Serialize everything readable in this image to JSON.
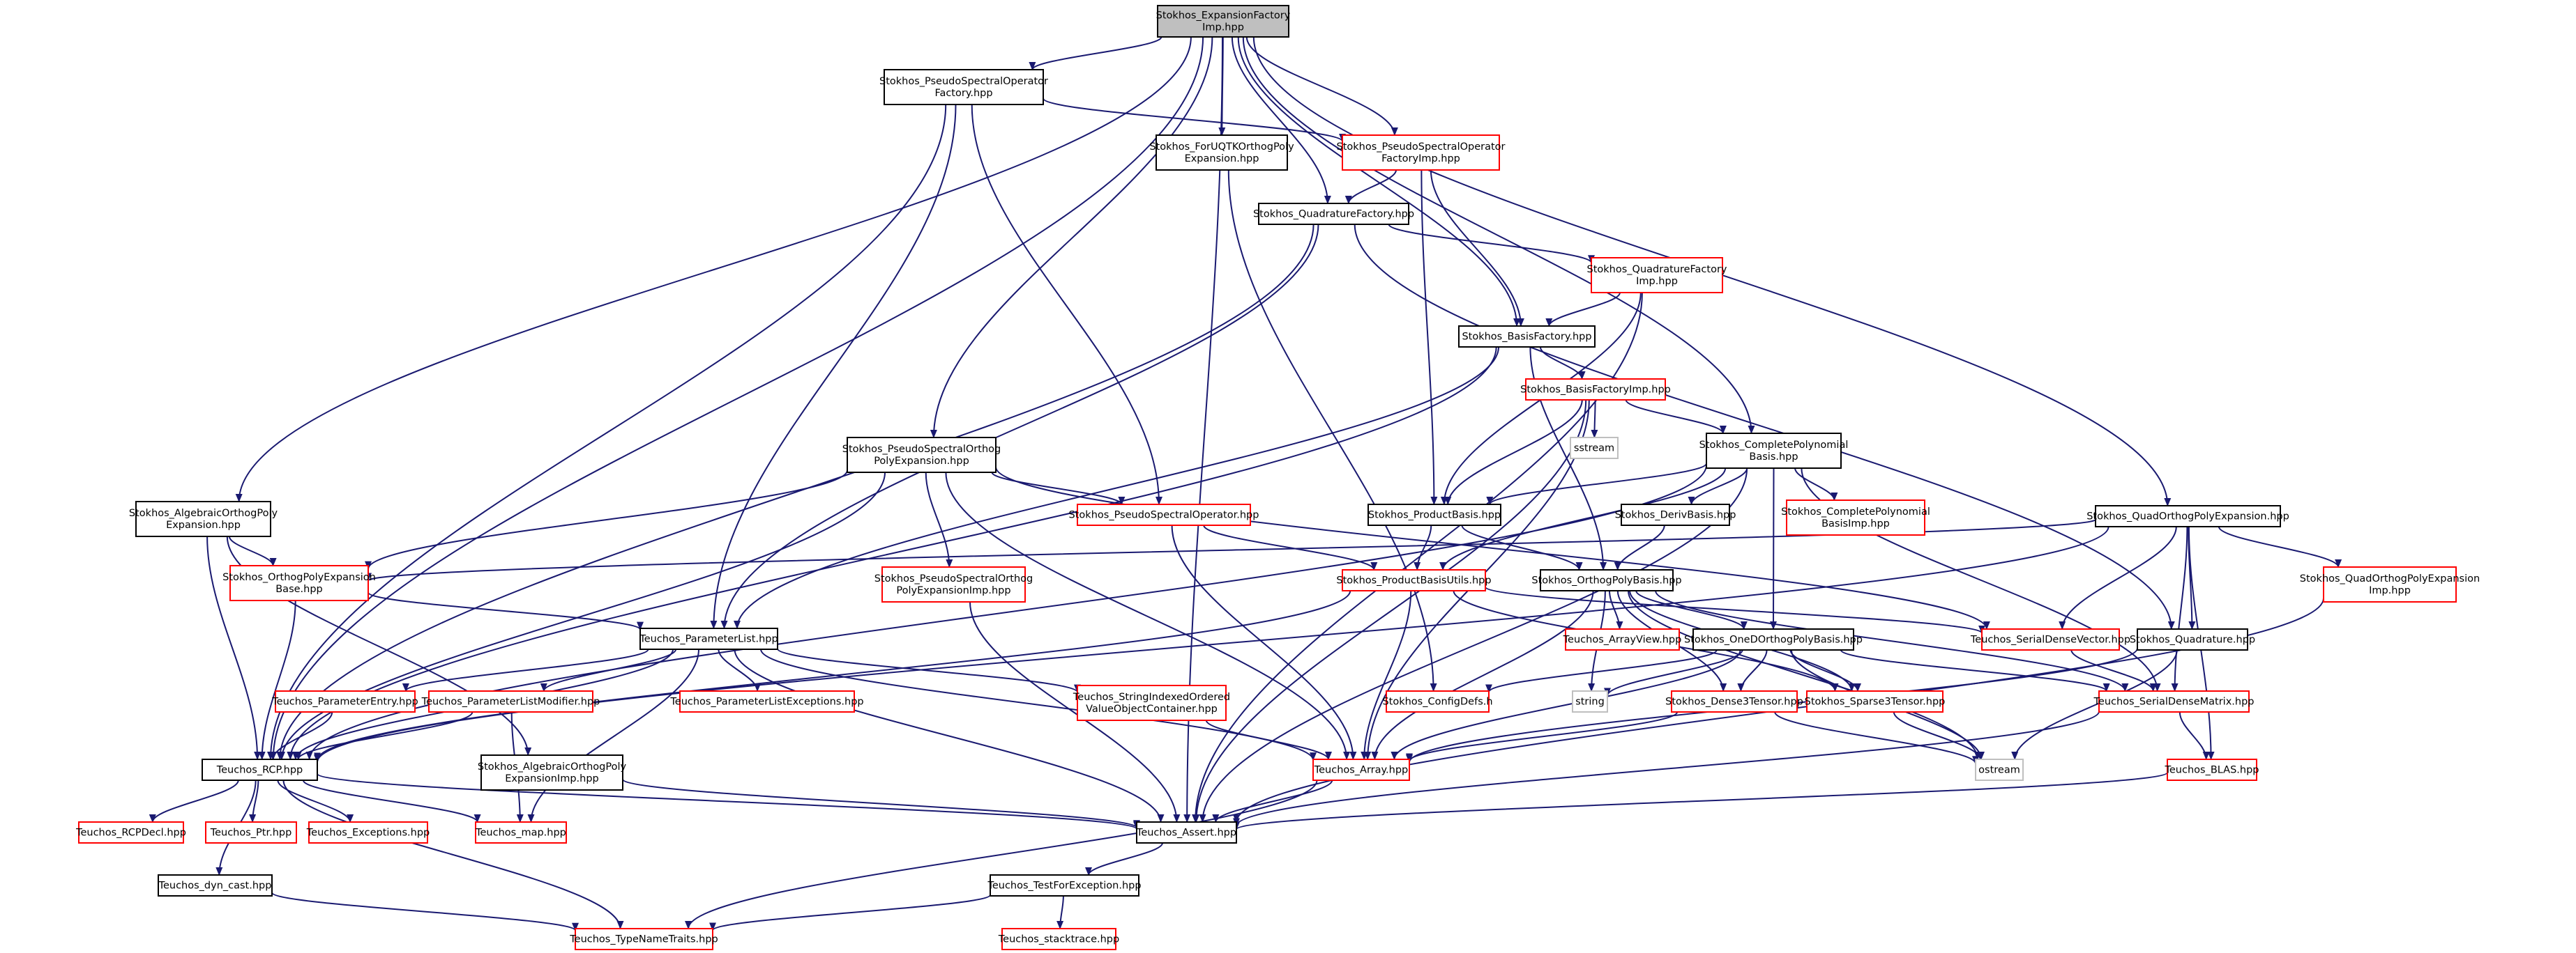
{
  "graph": {
    "nodes": [
      {
        "id": "root",
        "lines": [
          "Stokhos_ExpansionFactory",
          "Imp.hpp"
        ],
        "style": "root"
      },
      {
        "id": "psof",
        "lines": [
          "Stokhos_PseudoSpectralOperator",
          "Factory.hpp"
        ],
        "style": "black"
      },
      {
        "id": "foruq",
        "lines": [
          "Stokhos_ForUQTKOrthogPoly",
          "Expansion.hpp"
        ],
        "style": "black"
      },
      {
        "id": "psofi",
        "lines": [
          "Stokhos_PseudoSpectralOperator",
          "FactoryImp.hpp"
        ],
        "style": "red"
      },
      {
        "id": "qf",
        "lines": [
          "Stokhos_QuadratureFactory.hpp"
        ],
        "style": "black"
      },
      {
        "id": "qfi",
        "lines": [
          "Stokhos_QuadratureFactory",
          "Imp.hpp"
        ],
        "style": "red"
      },
      {
        "id": "bf",
        "lines": [
          "Stokhos_BasisFactory.hpp"
        ],
        "style": "black"
      },
      {
        "id": "bfi",
        "lines": [
          "Stokhos_BasisFactoryImp.hpp"
        ],
        "style": "red"
      },
      {
        "id": "sstream",
        "lines": [
          "sstream"
        ],
        "style": "grey"
      },
      {
        "id": "cpb",
        "lines": [
          "Stokhos_CompletePolynomial",
          "Basis.hpp"
        ],
        "style": "black"
      },
      {
        "id": "cpbi",
        "lines": [
          "Stokhos_CompletePolynomial",
          "BasisImp.hpp"
        ],
        "style": "red"
      },
      {
        "id": "pspe",
        "lines": [
          "Stokhos_PseudoSpectralOrthog",
          "PolyExpansion.hpp"
        ],
        "style": "black"
      },
      {
        "id": "algope",
        "lines": [
          "Stokhos_AlgebraicOrthogPoly",
          "Expansion.hpp"
        ],
        "style": "black"
      },
      {
        "id": "pso",
        "lines": [
          "Stokhos_PseudoSpectralOperator.hpp"
        ],
        "style": "red"
      },
      {
        "id": "pb",
        "lines": [
          "Stokhos_ProductBasis.hpp"
        ],
        "style": "black"
      },
      {
        "id": "db",
        "lines": [
          "Stokhos_DerivBasis.hpp"
        ],
        "style": "black"
      },
      {
        "id": "qope",
        "lines": [
          "Stokhos_QuadOrthogPolyExpansion.hpp"
        ],
        "style": "black"
      },
      {
        "id": "ope_base",
        "lines": [
          "Stokhos_OrthogPolyExpansion",
          "Base.hpp"
        ],
        "style": "red"
      },
      {
        "id": "pspei",
        "lines": [
          "Stokhos_PseudoSpectralOrthog",
          "PolyExpansionImp.hpp"
        ],
        "style": "red"
      },
      {
        "id": "pbu",
        "lines": [
          "Stokhos_ProductBasisUtils.hpp"
        ],
        "style": "red"
      },
      {
        "id": "opb",
        "lines": [
          "Stokhos_OrthogPolyBasis.hpp"
        ],
        "style": "black"
      },
      {
        "id": "qopei",
        "lines": [
          "Stokhos_QuadOrthogPolyExpansion",
          "Imp.hpp"
        ],
        "style": "red"
      },
      {
        "id": "pl",
        "lines": [
          "Teuchos_ParameterList.hpp"
        ],
        "style": "black"
      },
      {
        "id": "av",
        "lines": [
          "Teuchos_ArrayView.hpp"
        ],
        "style": "red"
      },
      {
        "id": "odopb",
        "lines": [
          "Stokhos_OneDOrthogPolyBasis.hpp"
        ],
        "style": "black"
      },
      {
        "id": "sdv",
        "lines": [
          "Teuchos_SerialDenseVector.hpp"
        ],
        "style": "red"
      },
      {
        "id": "quad",
        "lines": [
          "Stokhos_Quadrature.hpp"
        ],
        "style": "black"
      },
      {
        "id": "pe",
        "lines": [
          "Teuchos_ParameterEntry.hpp"
        ],
        "style": "red"
      },
      {
        "id": "plm",
        "lines": [
          "Teuchos_ParameterListModifier.hpp"
        ],
        "style": "red"
      },
      {
        "id": "ple",
        "lines": [
          "Teuchos_ParameterListExceptions.hpp"
        ],
        "style": "red"
      },
      {
        "id": "sivoc",
        "lines": [
          "Teuchos_StringIndexedOrdered",
          "ValueObjectContainer.hpp"
        ],
        "style": "red"
      },
      {
        "id": "cd",
        "lines": [
          "Stokhos_ConfigDefs.h"
        ],
        "style": "red"
      },
      {
        "id": "string",
        "lines": [
          "string"
        ],
        "style": "grey"
      },
      {
        "id": "d3t",
        "lines": [
          "Stokhos_Dense3Tensor.hpp"
        ],
        "style": "red"
      },
      {
        "id": "s3t",
        "lines": [
          "Stokhos_Sparse3Tensor.hpp"
        ],
        "style": "red"
      },
      {
        "id": "sdm",
        "lines": [
          "Teuchos_SerialDenseMatrix.hpp"
        ],
        "style": "red"
      },
      {
        "id": "rcp",
        "lines": [
          "Teuchos_RCP.hpp"
        ],
        "style": "black"
      },
      {
        "id": "algopei",
        "lines": [
          "Stokhos_AlgebraicOrthogPoly",
          "ExpansionImp.hpp"
        ],
        "style": "black"
      },
      {
        "id": "array",
        "lines": [
          "Teuchos_Array.hpp"
        ],
        "style": "red"
      },
      {
        "id": "ostream",
        "lines": [
          "ostream"
        ],
        "style": "grey"
      },
      {
        "id": "blas",
        "lines": [
          "Teuchos_BLAS.hpp"
        ],
        "style": "red"
      },
      {
        "id": "rcpdecl",
        "lines": [
          "Teuchos_RCPDecl.hpp"
        ],
        "style": "red"
      },
      {
        "id": "ptr",
        "lines": [
          "Teuchos_Ptr.hpp"
        ],
        "style": "red"
      },
      {
        "id": "exc",
        "lines": [
          "Teuchos_Exceptions.hpp"
        ],
        "style": "red"
      },
      {
        "id": "map",
        "lines": [
          "Teuchos_map.hpp"
        ],
        "style": "red"
      },
      {
        "id": "assert",
        "lines": [
          "Teuchos_Assert.hpp"
        ],
        "style": "black"
      },
      {
        "id": "dyn",
        "lines": [
          "Teuchos_dyn_cast.hpp"
        ],
        "style": "black"
      },
      {
        "id": "tfe",
        "lines": [
          "Teuchos_TestForException.hpp"
        ],
        "style": "black"
      },
      {
        "id": "tnt",
        "lines": [
          "Teuchos_TypeNameTraits.hpp"
        ],
        "style": "red"
      },
      {
        "id": "st",
        "lines": [
          "Teuchos_stacktrace.hpp"
        ],
        "style": "red"
      }
    ],
    "edges": [
      [
        "root",
        "psof"
      ],
      [
        "root",
        "foruq"
      ],
      [
        "root",
        "psofi"
      ],
      [
        "root",
        "qf"
      ],
      [
        "root",
        "bf"
      ],
      [
        "root",
        "cpb"
      ],
      [
        "root",
        "pspe"
      ],
      [
        "root",
        "algope"
      ],
      [
        "root",
        "qope"
      ],
      [
        "root",
        "rcp"
      ],
      [
        "root",
        "assert"
      ],
      [
        "psof",
        "psofi"
      ],
      [
        "psof",
        "pso"
      ],
      [
        "psof",
        "pl"
      ],
      [
        "psof",
        "rcp"
      ],
      [
        "foruq",
        "cd"
      ],
      [
        "psofi",
        "qf"
      ],
      [
        "psofi",
        "bf"
      ],
      [
        "psofi",
        "pb"
      ],
      [
        "qf",
        "qfi"
      ],
      [
        "qf",
        "quad"
      ],
      [
        "qf",
        "pl"
      ],
      [
        "qf",
        "rcp"
      ],
      [
        "qfi",
        "bf"
      ],
      [
        "qfi",
        "pb"
      ],
      [
        "qfi",
        "assert"
      ],
      [
        "bf",
        "bfi"
      ],
      [
        "bf",
        "opb"
      ],
      [
        "bf",
        "pl"
      ],
      [
        "bf",
        "rcp"
      ],
      [
        "bfi",
        "sstream"
      ],
      [
        "bfi",
        "cpb"
      ],
      [
        "bfi",
        "pb"
      ],
      [
        "bfi",
        "array"
      ],
      [
        "bfi",
        "assert"
      ],
      [
        "cpb",
        "cpbi"
      ],
      [
        "cpb",
        "pb"
      ],
      [
        "cpb",
        "db"
      ],
      [
        "cpb",
        "odopb"
      ],
      [
        "cpb",
        "pbu"
      ],
      [
        "cpb",
        "sdm"
      ],
      [
        "cpb",
        "rcp"
      ],
      [
        "cpb",
        "assert"
      ],
      [
        "pspe",
        "pso"
      ],
      [
        "pspe",
        "pspei"
      ],
      [
        "pspe",
        "ope_base"
      ],
      [
        "pspe",
        "sdv"
      ],
      [
        "pspe",
        "array"
      ],
      [
        "pspe",
        "rcp"
      ],
      [
        "algope",
        "ope_base"
      ],
      [
        "algope",
        "algopei"
      ],
      [
        "algope",
        "rcp"
      ],
      [
        "pso",
        "pbu"
      ],
      [
        "pso",
        "array"
      ],
      [
        "pb",
        "opb"
      ],
      [
        "pb",
        "pbu"
      ],
      [
        "db",
        "opb"
      ],
      [
        "qope",
        "ope_base"
      ],
      [
        "qope",
        "quad"
      ],
      [
        "qope",
        "qopei"
      ],
      [
        "qope",
        "sdv"
      ],
      [
        "qope",
        "sdm"
      ],
      [
        "qope",
        "blas"
      ],
      [
        "qope",
        "rcp"
      ],
      [
        "ope_base",
        "pl"
      ],
      [
        "ope_base",
        "rcp"
      ],
      [
        "pspei",
        "assert"
      ],
      [
        "pbu",
        "sdv"
      ],
      [
        "pbu",
        "s3t"
      ],
      [
        "pbu",
        "array"
      ],
      [
        "pbu",
        "rcp"
      ],
      [
        "opb",
        "av"
      ],
      [
        "opb",
        "odopb"
      ],
      [
        "opb",
        "d3t"
      ],
      [
        "opb",
        "s3t"
      ],
      [
        "opb",
        "array"
      ],
      [
        "opb",
        "string"
      ],
      [
        "opb",
        "ostream"
      ],
      [
        "opb",
        "sdm"
      ],
      [
        "qopei",
        "assert"
      ],
      [
        "pl",
        "pe"
      ],
      [
        "pl",
        "plm"
      ],
      [
        "pl",
        "ple"
      ],
      [
        "pl",
        "sivoc"
      ],
      [
        "pl",
        "map"
      ],
      [
        "pl",
        "array"
      ],
      [
        "pl",
        "assert"
      ],
      [
        "pl",
        "rcp"
      ],
      [
        "odopb",
        "cd"
      ],
      [
        "odopb",
        "string"
      ],
      [
        "odopb",
        "d3t"
      ],
      [
        "odopb",
        "s3t"
      ],
      [
        "odopb",
        "sdm"
      ],
      [
        "odopb",
        "array"
      ],
      [
        "odopb",
        "ostream"
      ],
      [
        "sdv",
        "sdm"
      ],
      [
        "quad",
        "array"
      ],
      [
        "quad",
        "ostream"
      ],
      [
        "pe",
        "rcp"
      ],
      [
        "plm",
        "rcp"
      ],
      [
        "plm",
        "map"
      ],
      [
        "sivoc",
        "array"
      ],
      [
        "d3t",
        "array"
      ],
      [
        "d3t",
        "ostream"
      ],
      [
        "s3t",
        "ostream"
      ],
      [
        "sdm",
        "blas"
      ],
      [
        "sdm",
        "assert"
      ],
      [
        "rcp",
        "rcpdecl"
      ],
      [
        "rcp",
        "ptr"
      ],
      [
        "rcp",
        "exc"
      ],
      [
        "rcp",
        "map"
      ],
      [
        "rcp",
        "dyn"
      ],
      [
        "rcp",
        "tnt"
      ],
      [
        "rcp",
        "assert"
      ],
      [
        "algopei",
        "assert"
      ],
      [
        "array",
        "assert"
      ],
      [
        "array",
        "tnt"
      ],
      [
        "blas",
        "assert"
      ],
      [
        "assert",
        "tfe"
      ],
      [
        "dyn",
        "tnt"
      ],
      [
        "tfe",
        "tnt"
      ],
      [
        "tfe",
        "st"
      ]
    ]
  }
}
